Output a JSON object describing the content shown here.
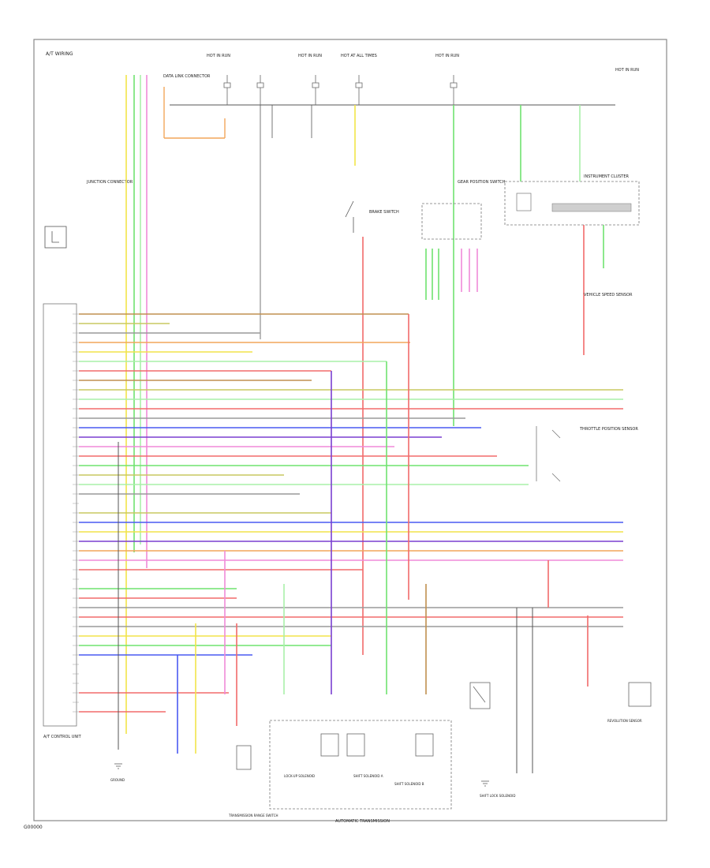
{
  "diagram": {
    "title": "A/T WIRING",
    "footer": "G00000",
    "fuses": [
      {
        "label": "HOT IN RUN"
      },
      {
        "label": "HOT IN RUN"
      },
      {
        "label": "HOT AT ALL TIMES"
      },
      {
        "label": "HOT IN RUN"
      },
      {
        "label": "HOT IN RUN"
      }
    ],
    "components": {
      "data_link": "DATA LINK CONNECTOR",
      "junction": "JUNCTION CONNECTOR",
      "brake_switch": "BRAKE SWITCH",
      "speed_sensor": "VEHICLE SPEED SENSOR",
      "shift_lock": "SHIFT LOCK SOLENOID",
      "ecu": "A/T CONTROL UNIT",
      "lockup_sol": "LOCK-UP SOLENOID",
      "shift_sol_a": "SHIFT SOLENOID A",
      "shift_sol_b": "SHIFT SOLENOID B",
      "throttle_sensor": "THROTTLE POSITION SENSOR",
      "transmission": "AUTOMATIC TRANSMISSION",
      "gear_switch": "GEAR POSITION SWITCH",
      "instrument_cluster": "INSTRUMENT CLUSTER",
      "transmission_range": "TRANSMISSION RANGE SWITCH",
      "rev_sensor": "REVOLUTION SENSOR",
      "ground": "GROUND"
    },
    "wire_colors": {
      "yellow": "#f2e44a",
      "green": "#6fe36f",
      "red": "#f26b6b",
      "orange": "#f2a65a",
      "purple": "#7a3fd1",
      "blue": "#4a5af2",
      "pink": "#f08ad8",
      "brown": "#c09050",
      "olive": "#c8c860",
      "lime": "#a8f0a8",
      "gray": "#9a9a9a",
      "black": "#222222"
    }
  }
}
